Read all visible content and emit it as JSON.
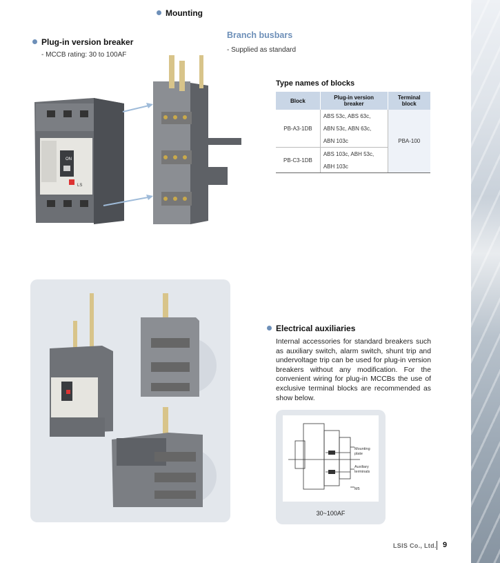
{
  "mounting": {
    "title": "Mounting"
  },
  "plugin": {
    "title": "Plug-in version breaker",
    "rating": "- MCCB rating: 30 to 100AF"
  },
  "branch": {
    "title": "Branch busbars",
    "note": "- Supplied as standard"
  },
  "breaker_labels": {
    "on_label": "ON",
    "brand": "LS"
  },
  "types": {
    "title": "Type names of blocks",
    "headers": [
      "Block",
      "Plug-in version breaker",
      "Terminal block"
    ],
    "rows": [
      {
        "block": "PB-A3-1DB",
        "breakers": [
          "ABS 53c, ABS 63c,",
          "ABN 53c, ABN 63c,",
          "ABN 103c"
        ]
      },
      {
        "block": "PB-C3-1DB",
        "breakers": [
          "ABS 103c, ABH 53c,",
          "ABH 103c"
        ]
      }
    ],
    "terminal": "PBA-100"
  },
  "electrical": {
    "title": "Electrical auxiliaries",
    "body": "Internal accessories for standard breakers such as auxiliary switch, alarm switch, shunt trip and undervoltage trip can be used for plug-in version breakers without any modification. For the convenient wiring for plug-in MCCBs the use of exclusive terminal blocks are recommended as show below."
  },
  "diagram": {
    "labels": {
      "mounting": [
        "Mounting",
        "plate"
      ],
      "auxiliary": [
        "Auxiliary",
        "terminals"
      ],
      "m5": "M5"
    },
    "caption": "30~100AF"
  },
  "footer": {
    "company": "LSIS Co., Ltd.",
    "page": "9"
  },
  "colors": {
    "accent": "#6d8fb8",
    "table_header": "#c9d6e6",
    "table_terminal": "#eef2f8",
    "panel": "#e3e7ec",
    "busbar": "#d8c48a"
  }
}
